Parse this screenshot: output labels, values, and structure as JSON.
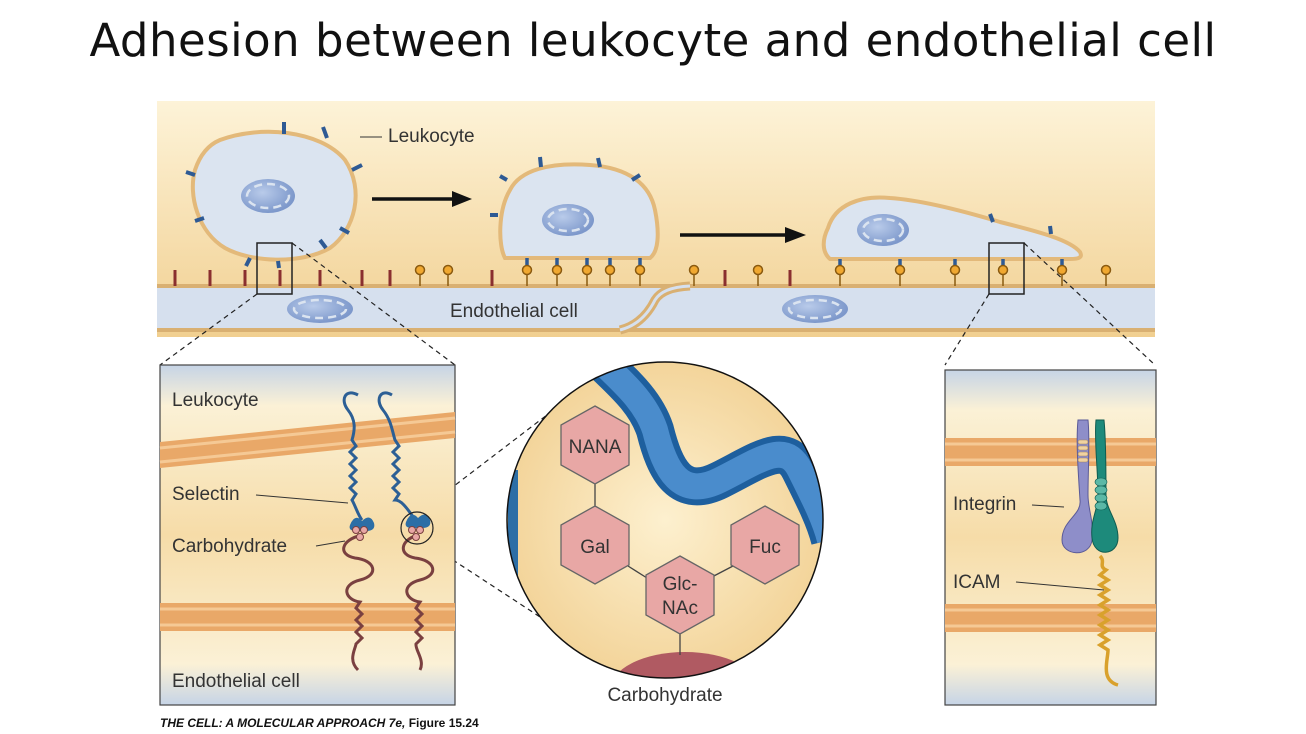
{
  "title": "Adhesion between leukocyte and endothelial cell",
  "top_panel": {
    "leukocyte_label": "Leukocyte",
    "endothelial_label": "Endothelial cell"
  },
  "left_panel": {
    "leukocyte_label": "Leukocyte",
    "selectin_label": "Selectin",
    "carbohydrate_label": "Carbohydrate",
    "endothelial_label": "Endothelial cell"
  },
  "center_panel": {
    "sugars": [
      "NANA",
      "Gal",
      "Glc-",
      "NAc",
      "Fuc"
    ],
    "carbohydrate_label": "Carbohydrate"
  },
  "right_panel": {
    "integrin_label": "Integrin",
    "icam_label": "ICAM"
  },
  "caption": {
    "source": "THE CELL: A MOLECULAR APPROACH 7e,",
    "figure": "Figure 15.24"
  },
  "colors": {
    "background_gradient_top": "#fbecc8",
    "background_gradient_bottom": "#f2cd8a",
    "cell_fill": "#dbe4f0",
    "nucleus_fill": "#8fa9d6",
    "membrane": "#e3b97a",
    "selectin_blue": "#2e6faa",
    "carbohydrate_brown": "#8a4848",
    "hexagon_fill": "#e8a7a5",
    "integrin_purple": "#8e8ec9",
    "integrin_teal": "#1d8a7b",
    "icam_gold": "#d9a12c"
  }
}
